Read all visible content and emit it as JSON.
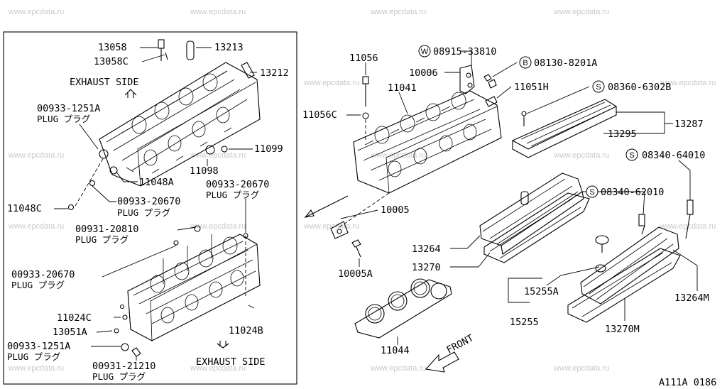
{
  "watermark": "www.epcdata.ru",
  "diagram_code": "A111A 0186",
  "exhaust_side_label": "EXHAUST SIDE",
  "front_label": "FRONT",
  "plug_label": "PLUG プラグ",
  "symbols": {
    "w": "W",
    "b": "B",
    "s": "S"
  },
  "labels": {
    "p13058": "13058",
    "p13058c": "13058C",
    "p13213": "13213",
    "p13212": "13212",
    "p00933_1251a_top": "00933-1251A",
    "p11099": "11099",
    "p11098": "11098",
    "p11048a": "11048A",
    "p00933_20670_top": "00933-20670",
    "p11048c": "11048C",
    "p00933_20670_mid": "00933-20670",
    "p00933_20670_left": "00933-20670",
    "p00931_20810": "00931-20810",
    "p11024c": "11024C",
    "p13051a": "13051A",
    "p00933_1251a_bot": "00933-1251A",
    "p00931_21210": "00931-21210",
    "p11024b": "11024B",
    "p11056": "11056",
    "p11041": "11041",
    "p11056c": "11056C",
    "p10006": "10006",
    "p08915": "08915-33810",
    "p08130": "08130-8201A",
    "p11051h": "11051H",
    "p08360": "08360-6302B",
    "p13287": "13287",
    "p13295": "13295",
    "p08340_64010": "08340-64010",
    "p08340_62010": "08340-62010",
    "p10005": "10005",
    "p10005a": "10005A",
    "p13264": "13264",
    "p13270": "13270",
    "p15255a": "15255A",
    "p15255": "15255",
    "p13264m": "13264M",
    "p13270m": "13270M",
    "p11044": "11044"
  }
}
